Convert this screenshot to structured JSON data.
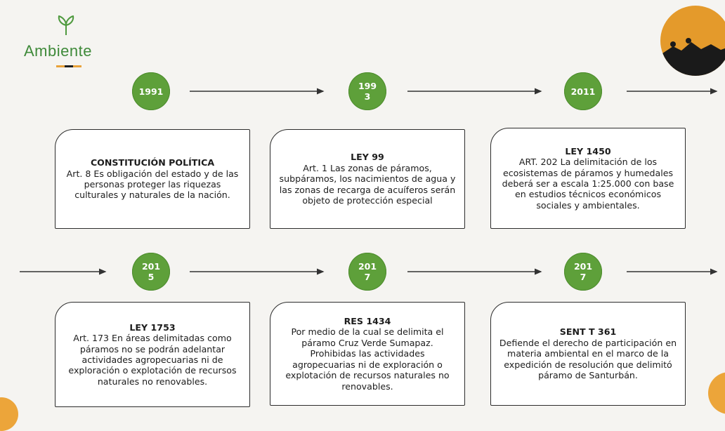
{
  "brand": {
    "name": "Ambiente",
    "bar_colors": [
      "#e8a23a",
      "#1f1f1f",
      "#e8a23a"
    ]
  },
  "timeline": [
    {
      "year": "1991",
      "title": "CONSTITUCIÓN POLÍTICA",
      "text": "Art. 8 Es obligación del estado y de las personas proteger las riquezas culturales y naturales de la nación."
    },
    {
      "year": "199\n3",
      "title": "LEY 99",
      "text": "Art. 1 Las zonas de páramos, subpáramos, los nacimientos de agua y las zonas de recarga de acuíferos serán objeto de protección especial"
    },
    {
      "year": "2011",
      "title": "LEY 1450",
      "text": "ART. 202 La delimitación de los ecosistemas de páramos y humedales deberá ser a escala 1:25.000 con base en estudios técnicos económicos sociales y ambientales."
    },
    {
      "year": "201\n5",
      "title": "LEY 1753",
      "text": "Art. 173 En áreas delimitadas como páramos no se podrán adelantar actividades agropecuarias ni de exploración o explotación de recursos naturales no renovables."
    },
    {
      "year": "201\n7",
      "title": "RES 1434",
      "text": "Por medio de la cual se delimita el páramo Cruz Verde Sumapaz. Prohibidas las actividades agropecuarias ni de exploración o explotación de recursos naturales no renovables."
    },
    {
      "year": "201\n7",
      "title": "SENT T 361",
      "text": "Defiende el derecho de participación en materia ambiental en el marco de la expedición de resolución que delimitó páramo de Santurbán."
    }
  ],
  "colors": {
    "node": "#5ea03a",
    "accent": "#eca53a",
    "brand_green": "#3f8a3a"
  }
}
